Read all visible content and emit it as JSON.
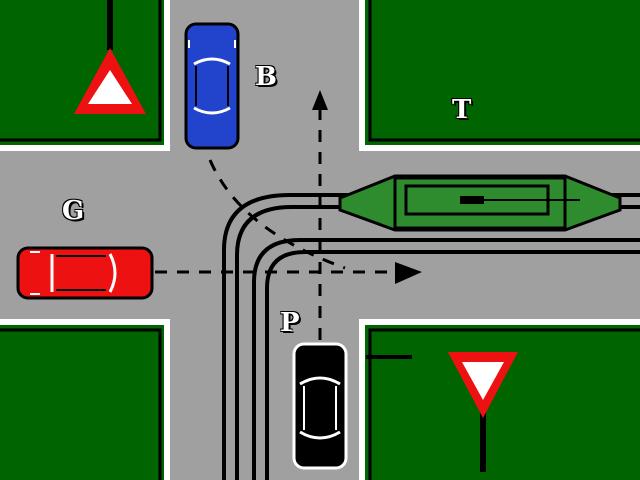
{
  "scene": {
    "labels": {
      "blue_car": "B",
      "tram": "T",
      "red_car": "G",
      "player_car": "P"
    },
    "colors": {
      "road": "#a0a0a0",
      "grass": "#006400",
      "curb": "#ffffff",
      "blue_car": "#2244cc",
      "red_car": "#ee1111",
      "player_car": "#000000",
      "tram": "#2e8b2e",
      "sign_border": "#ee1111",
      "sign_fill": "#ffffff"
    },
    "icons": {
      "yield_sign_top_left": "yield-sign-upward-triangle",
      "yield_sign_bottom_right": "yield-sign-downward-triangle"
    }
  }
}
